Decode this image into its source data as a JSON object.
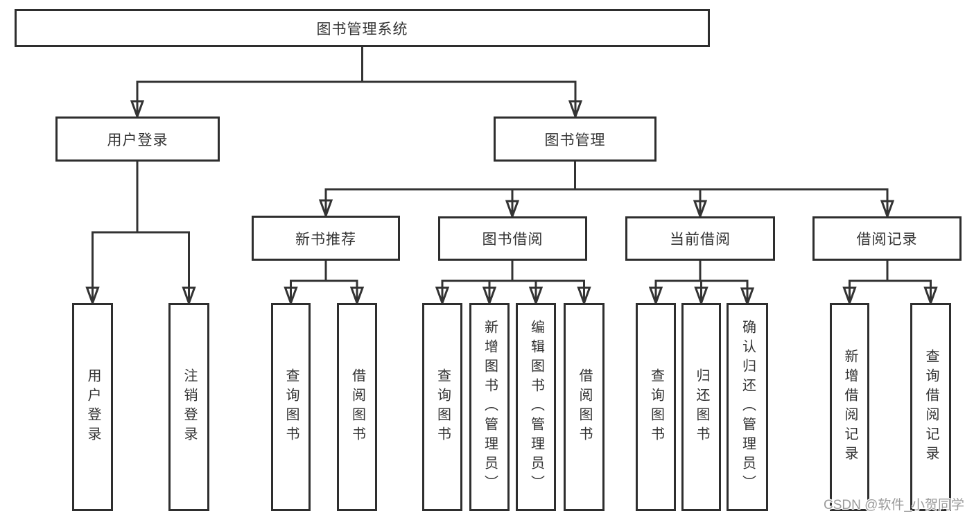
{
  "diagram_type": "hierarchy-tree",
  "tree": {
    "label": "图书管理系统",
    "children": [
      {
        "label": "用户登录",
        "children": [
          {
            "label": "用户登录"
          },
          {
            "label": "注销登录"
          }
        ]
      },
      {
        "label": "图书管理",
        "children": [
          {
            "label": "新书推荐",
            "children": [
              {
                "label": "查询图书"
              },
              {
                "label": "借阅图书"
              }
            ]
          },
          {
            "label": "图书借阅",
            "children": [
              {
                "label": "查询图书"
              },
              {
                "label": "新增图书（管理员）"
              },
              {
                "label": "编辑图书（管理员）"
              },
              {
                "label": "借阅图书"
              }
            ]
          },
          {
            "label": "当前借阅",
            "children": [
              {
                "label": "查询图书"
              },
              {
                "label": "归还图书"
              },
              {
                "label": "确认归还（管理员）"
              }
            ]
          },
          {
            "label": "借阅记录",
            "children": [
              {
                "label": "新增借阅记录"
              },
              {
                "label": "查询借阅记录"
              }
            ]
          }
        ]
      }
    ]
  },
  "watermark": {
    "text": "CSDN @软件_小贺同学"
  },
  "colors": {
    "line": "#333333",
    "border": "#2e2e2e",
    "text": "#333333",
    "background": "#ffffff",
    "watermark": "#9b9b9b"
  }
}
